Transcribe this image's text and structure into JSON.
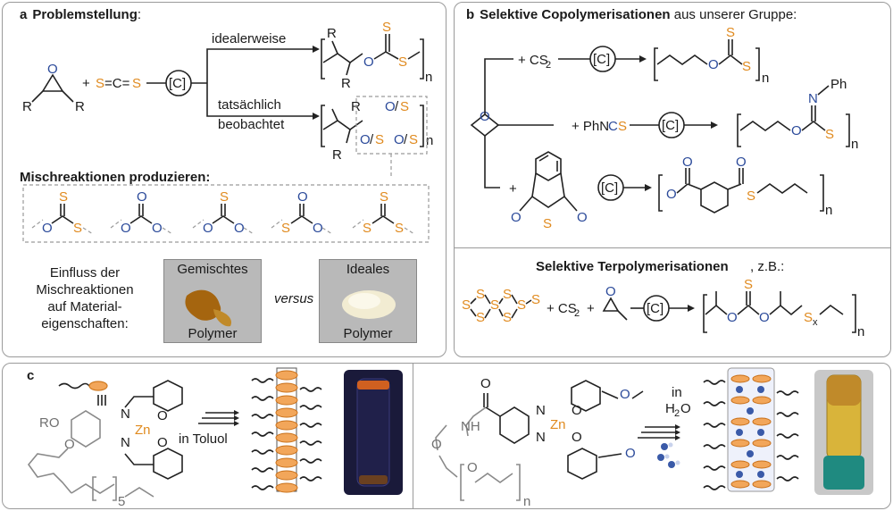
{
  "panel_a": {
    "label": "a",
    "title": "Problemstellung",
    "title_suffix": ":",
    "ideal_label": "idealerweise",
    "observed_label_1": "tatsächlich",
    "observed_label_2": "beobachtet",
    "catalyst": "[C]",
    "mixed_title": "Mischreaktionen produzieren:",
    "influence_text": [
      "Einfluss der",
      "Mischreaktionen",
      "auf Material-",
      "eigenschaften:"
    ],
    "versus": "versus",
    "photo1_top": "Gemischtes",
    "photo1_bottom": "Polymer",
    "photo2_top": "Ideales",
    "photo2_bottom": "Polymer"
  },
  "panel_b": {
    "label": "b",
    "title": "Selektive Copolymerisationen",
    "title_suffix": " aus unserer Gruppe:",
    "reagent1": "+ CS",
    "reagent2_pre": "+ PhN",
    "reagent2_c": "C",
    "reagent2_s": "S",
    "reagent3": "+",
    "catalyst": "[C]",
    "ter_title": "Selektive Terpolymerisationen",
    "ter_suffix": ", z.B.:",
    "ter_reagent": "+ CS",
    "sub_x": "x",
    "n": "n",
    "ph": "Ph"
  },
  "panel_c": {
    "label": "c",
    "solvent1": "in Toluol",
    "solvent2_in": "in",
    "solvent2_h2o": "H2O",
    "ro": "RO",
    "zn": "Zn",
    "n_atom": "N",
    "o_atom": "O",
    "sub5": "5",
    "nh": "NH",
    "n": "n"
  },
  "colors": {
    "sulfur": "#e08a1e",
    "oxygen_nitrogen": "#2b4a9a",
    "zinc": "#e08a1e",
    "border": "#9a9a9a"
  }
}
